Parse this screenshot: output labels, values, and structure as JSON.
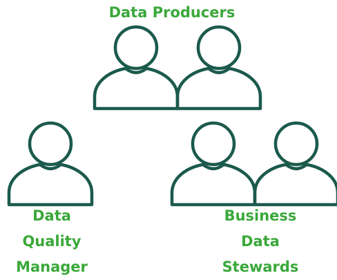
{
  "colors": {
    "outline": "#1b5a4c",
    "label": "#3aa83a",
    "background": "#ffffff"
  },
  "groups": {
    "producers": {
      "icon": "people-group-icon",
      "label": "Data Producers"
    },
    "quality_manager": {
      "icon": "person-icon",
      "label_lines": [
        "Data",
        "Quality",
        "Manager"
      ]
    },
    "stewards": {
      "icon": "people-group-icon",
      "label_lines": [
        "Business",
        "Data",
        "Stewards"
      ]
    }
  }
}
